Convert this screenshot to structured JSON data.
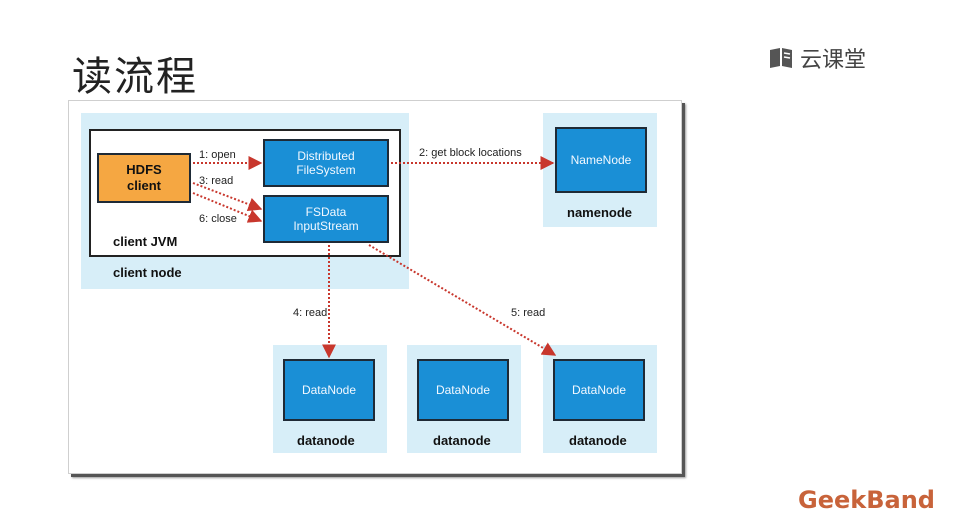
{
  "slide": {
    "title": "读流程",
    "brand": "云课堂",
    "footer_brand": "GeekBand"
  },
  "diagram": {
    "client_node": {
      "label": "client node"
    },
    "client_jvm": {
      "label": "client JVM"
    },
    "hdfs_client": {
      "line1": "HDFS",
      "line2": "client"
    },
    "distributed_fs": {
      "line1": "Distributed",
      "line2": "FileSystem"
    },
    "fsdata_stream": {
      "line1": "FSData",
      "line2": "InputStream"
    },
    "namenode": {
      "inner": "NameNode",
      "label": "namenode"
    },
    "datanodes": [
      {
        "inner": "DataNode",
        "label": "datanode"
      },
      {
        "inner": "DataNode",
        "label": "datanode"
      },
      {
        "inner": "DataNode",
        "label": "datanode"
      }
    ],
    "edges": {
      "open": "1: open",
      "get_block_locations": "2: get block locations",
      "read": "3: read",
      "read4": "4: read",
      "read5": "5: read",
      "close": "6: close"
    },
    "colors": {
      "arrow": "#c8372d",
      "component": "#1a8fd6",
      "client": "#f5a742",
      "node_bg": "#d7eef8"
    }
  }
}
